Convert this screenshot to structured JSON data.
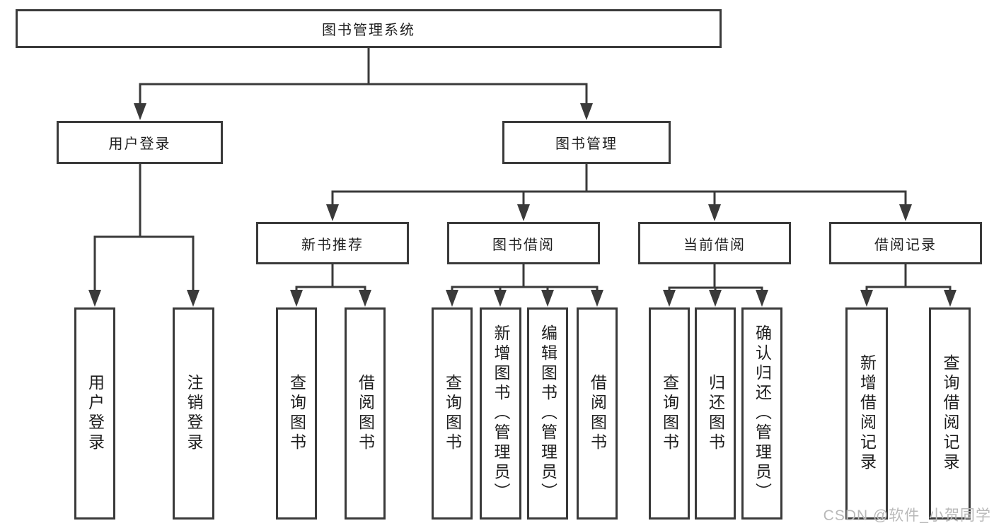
{
  "diagram": {
    "title": "图书管理系统",
    "root": {
      "label": "图书管理系统"
    },
    "level2": [
      {
        "id": "user-login",
        "label": "用户登录"
      },
      {
        "id": "book-management",
        "label": "图书管理"
      }
    ],
    "level3": [
      {
        "id": "new-book-recommend",
        "label": "新书推荐",
        "parent": "图书管理"
      },
      {
        "id": "book-borrowing",
        "label": "图书借阅",
        "parent": "图书管理"
      },
      {
        "id": "current-borrowing",
        "label": "当前借阅",
        "parent": "图书管理"
      },
      {
        "id": "borrowing-records",
        "label": "借阅记录",
        "parent": "图书管理"
      }
    ],
    "leaves": [
      {
        "label": "用户登录",
        "parent": "用户登录"
      },
      {
        "label": "注销登录",
        "parent": "用户登录"
      },
      {
        "label": "查询图书",
        "parent": "新书推荐"
      },
      {
        "label": "借阅图书",
        "parent": "新书推荐"
      },
      {
        "label": "查询图书",
        "parent": "图书借阅"
      },
      {
        "label": "新增图书（管理员）",
        "parent": "图书借阅"
      },
      {
        "label": "编辑图书（管理员）",
        "parent": "图书借阅"
      },
      {
        "label": "借阅图书",
        "parent": "图书借阅"
      },
      {
        "label": "查询图书",
        "parent": "当前借阅"
      },
      {
        "label": "归还图书",
        "parent": "当前借阅"
      },
      {
        "label": "确认归还（管理员）",
        "parent": "当前借阅"
      },
      {
        "label": "新增借阅记录",
        "parent": "借阅记录"
      },
      {
        "label": "查询借阅记录",
        "parent": "借阅记录"
      }
    ]
  },
  "watermark": "CSDN @软件_小贺同学",
  "colors": {
    "line": "#3a3a3a",
    "text": "#1f1f1f",
    "background": "#ffffff",
    "watermark": "#b9b9b9"
  }
}
